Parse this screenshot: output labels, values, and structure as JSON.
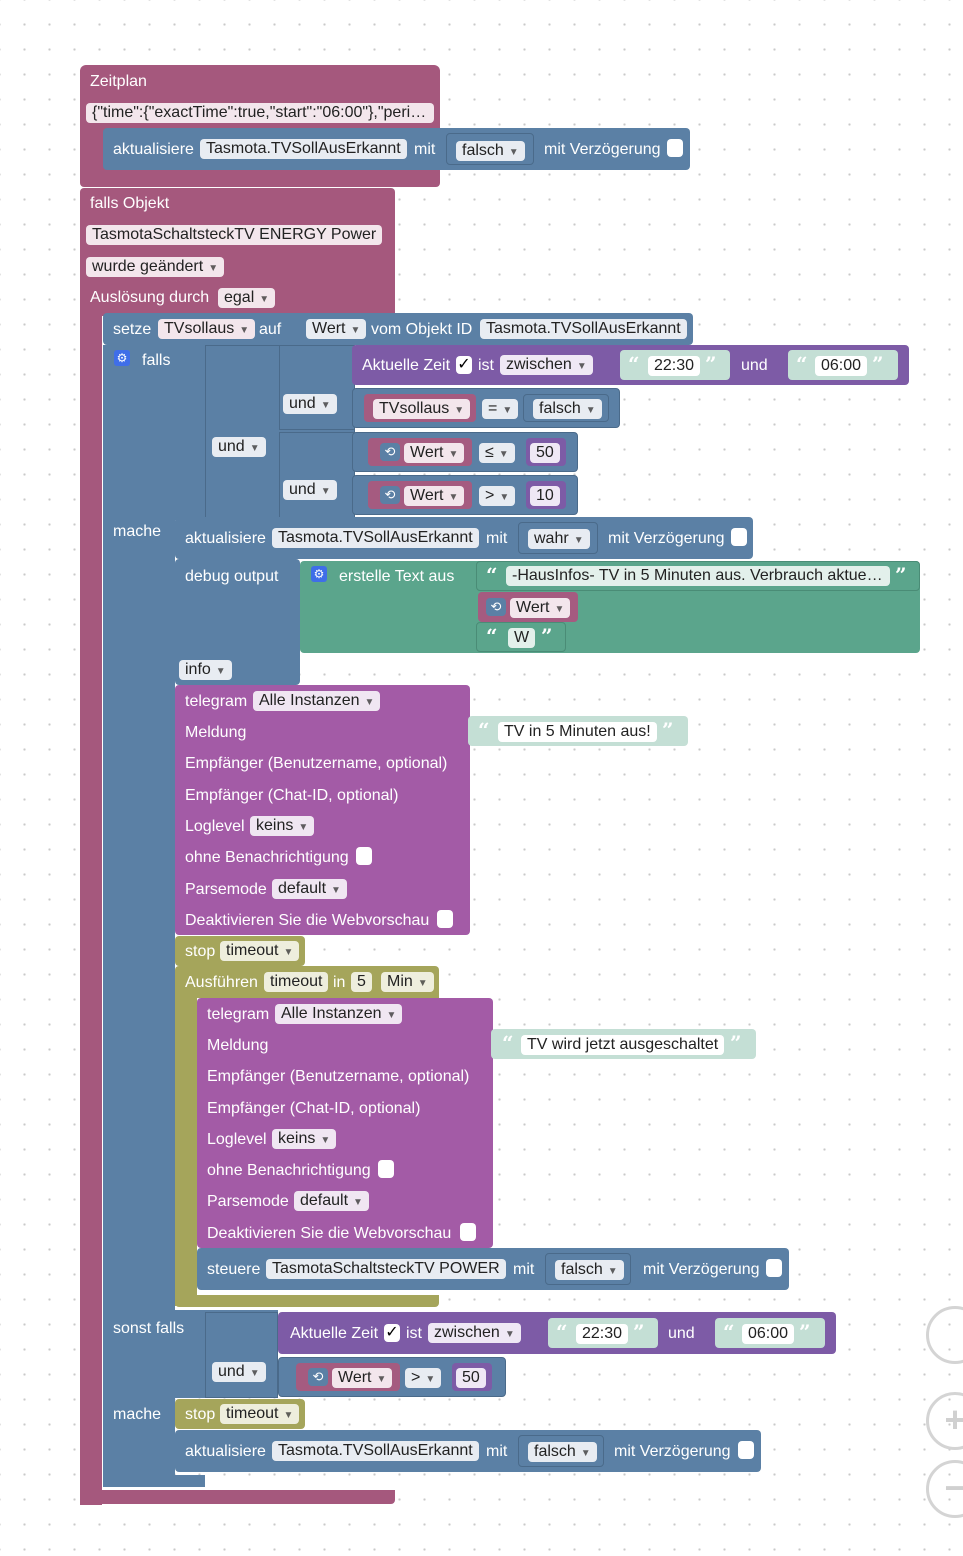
{
  "trigger_schedule": {
    "label": "Zeitplan",
    "value": "{\"time\":{\"exactTime\":true,\"start\":\"06:00\"},\"peri…"
  },
  "update1": {
    "label": "aktualisiere",
    "object": "Tasmota.TVSollAusErkannt",
    "with": "mit",
    "value": "falsch",
    "delay": "mit Verzögerung"
  },
  "trigger_object": {
    "label": "falls Objekt",
    "object": "TasmotaSchaltsteckTV ENERGY  Power",
    "changed": "wurde geändert",
    "cause_label": "Auslösung durch",
    "cause": "egal"
  },
  "set_var": {
    "label": "setze",
    "var": "TVsollaus",
    "to": "auf",
    "value_field": "Wert",
    "from_object": "vom Objekt ID",
    "object": "Tasmota.TVSollAusErkannt"
  },
  "if_block": {
    "falls": "falls",
    "und": "und",
    "time_label": "Aktuelle Zeit",
    "check": "✓",
    "ist": "ist",
    "between": "zwischen",
    "start": "22:30",
    "end": "06:00",
    "var": "TVsollaus",
    "eq": "=",
    "false": "falsch",
    "value": "Wert",
    "le": "≤",
    "gt": ">",
    "n50": "50",
    "n10": "10",
    "mache": "mache"
  },
  "update2": {
    "label": "aktualisiere",
    "object": "Tasmota.TVSollAusErkannt",
    "with": "mit",
    "value": "wahr",
    "delay": "mit Verzögerung"
  },
  "debug": {
    "label": "debug output",
    "create_text": "erstelle Text aus",
    "text1": "-HausInfos- TV in 5 Minuten aus. Verbrauch aktue…",
    "value": "Wert",
    "text3": "W",
    "level": "info"
  },
  "telegram1": {
    "label": "telegram",
    "instances": "Alle Instanzen",
    "message": "Meldung",
    "message_text": "TV in 5 Minuten aus!",
    "recipient_user": "Empfänger (Benutzername, optional)",
    "recipient_chat": "Empfänger (Chat-ID, optional)",
    "loglevel": "Loglevel",
    "loglevel_value": "keins",
    "silent": "ohne Benachrichtigung",
    "parsemode": "Parsemode",
    "parsemode_value": "default",
    "disable_preview": "Deaktivieren Sie die Webvorschau"
  },
  "stop1": {
    "label": "stop",
    "name": "timeout"
  },
  "timeout": {
    "label": "Ausführen",
    "name": "timeout",
    "in": "in",
    "amount": "5",
    "unit": "Min"
  },
  "telegram2": {
    "label": "telegram",
    "instances": "Alle Instanzen",
    "message": "Meldung",
    "message_text": "TV wird jetzt ausgeschaltet",
    "recipient_user": "Empfänger (Benutzername, optional)",
    "recipient_chat": "Empfänger (Chat-ID, optional)",
    "loglevel": "Loglevel",
    "loglevel_value": "keins",
    "silent": "ohne Benachrichtigung",
    "parsemode": "Parsemode",
    "parsemode_value": "default",
    "disable_preview": "Deaktivieren Sie die Webvorschau"
  },
  "control": {
    "label": "steuere",
    "object": "TasmotaSchaltsteckTV POWER",
    "with": "mit",
    "value": "falsch",
    "delay": "mit Verzögerung"
  },
  "else_if": {
    "label": "sonst falls",
    "und": "und",
    "time_label": "Aktuelle Zeit",
    "check": "✓",
    "ist": "ist",
    "between": "zwischen",
    "start": "22:30",
    "end": "06:00",
    "value": "Wert",
    "gt": ">",
    "n50": "50",
    "mache": "mache"
  },
  "stop2": {
    "label": "stop",
    "name": "timeout"
  },
  "update3": {
    "label": "aktualisiere",
    "object": "Tasmota.TVSollAusErkannt",
    "with": "mit",
    "value": "falsch",
    "delay": "mit Verzögerung"
  },
  "workspace_controls": {
    "zoom_in": "+",
    "zoom_out": "−"
  }
}
